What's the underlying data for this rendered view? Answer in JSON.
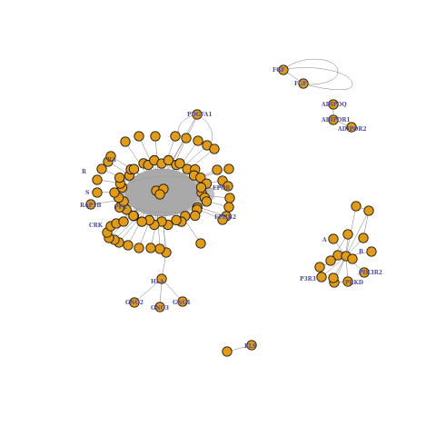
{
  "colors": {
    "node_fill": "#e39b12",
    "node_stroke": "#1a1a1a",
    "edge": "#7a7a7a",
    "label": "#4a4aa8",
    "dense_core": "#a9a9a9"
  },
  "nodes": [
    {
      "id": "FGF",
      "label": "FGF"
    },
    {
      "id": "FGF2",
      "label": "FGF"
    },
    {
      "id": "ADIPOQ",
      "label": "ADIPOQ"
    },
    {
      "id": "ADIPOR1",
      "label": "ADIPOR1"
    },
    {
      "id": "ADIPOR2",
      "label": "ADIPOR2"
    },
    {
      "id": "PDGFA1",
      "label": "PDGFA1"
    },
    {
      "id": "RA1",
      "label": "RA"
    },
    {
      "id": "RA2",
      "label": "R"
    },
    {
      "id": "RAP1B",
      "label": "RAP1B"
    },
    {
      "id": "S",
      "label": "S"
    },
    {
      "id": "EPOR",
      "label": "EPOR"
    },
    {
      "id": "EPHB2",
      "label": "EPHB2"
    },
    {
      "id": "PPA",
      "label": "PPA"
    },
    {
      "id": "CRK",
      "label": "CRK"
    },
    {
      "id": "PIK3R2",
      "label": "PIK3R2"
    },
    {
      "id": "PIK3R3",
      "label": "P3R3"
    },
    {
      "id": "PRKD",
      "label": "PRKD"
    },
    {
      "id": "GNG2",
      "label": "GNG2"
    },
    {
      "id": "GNG3",
      "label": "GNG3"
    },
    {
      "id": "GNG1",
      "label": "GNG1"
    },
    {
      "id": "HLA",
      "label": "HLA"
    },
    {
      "id": "A",
      "label": "A"
    },
    {
      "id": "B",
      "label": "B"
    },
    {
      "id": "ELS",
      "label": "ELS"
    }
  ],
  "cluster_labels": [
    "RA",
    "R",
    "S",
    "E",
    "EPHB2",
    "PPA",
    "CRK",
    "PIK3R2",
    "P3R3UB",
    "GNG2",
    "GNG3",
    "GNG1",
    "HLA",
    "FGF",
    "ADIPOQ",
    "ADIPOR1",
    "ADIPOR2",
    "PDGFA1"
  ]
}
